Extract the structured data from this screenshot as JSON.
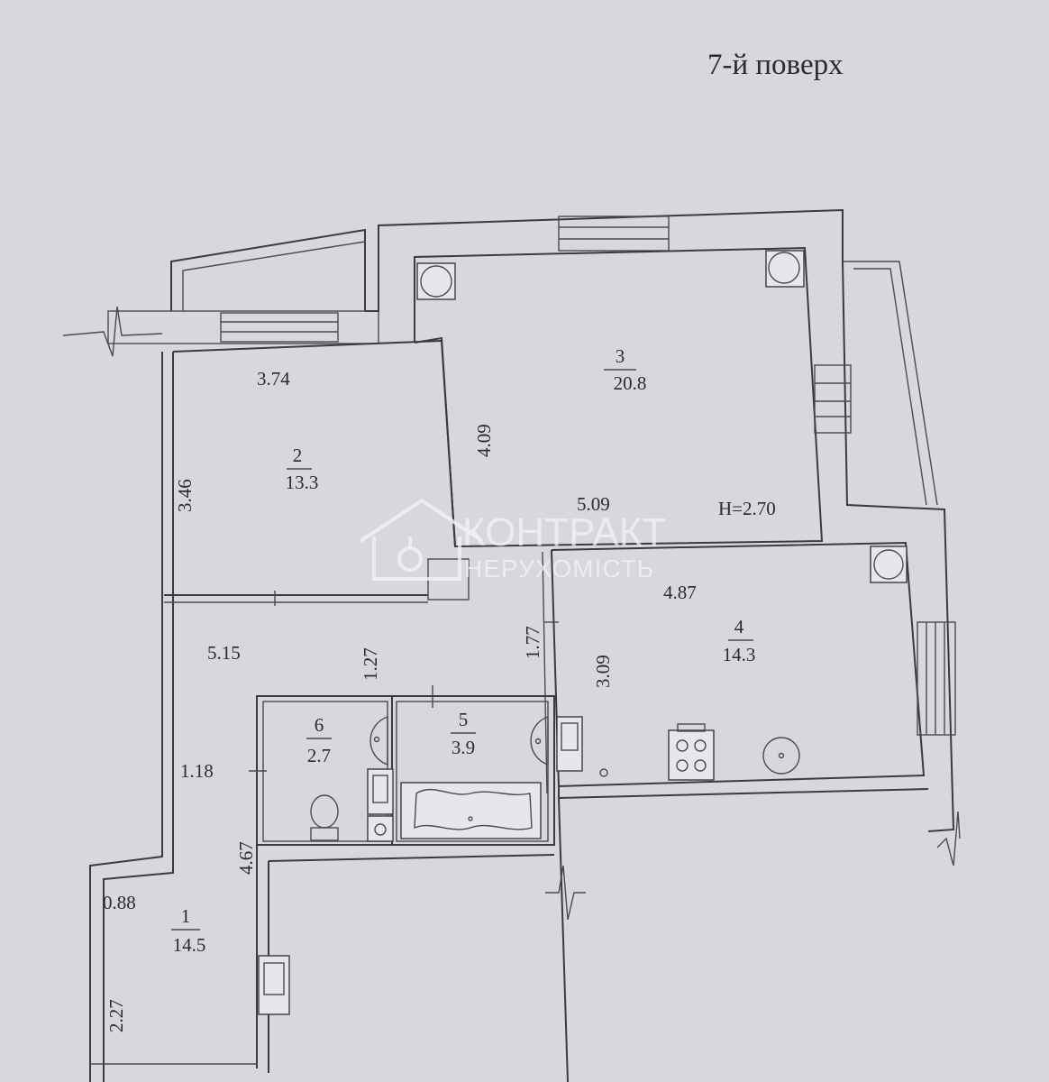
{
  "floor_label": "7-й поверх",
  "height_label": "H=2.70",
  "watermark": {
    "line1": "КОНТРАКТ",
    "line2": "НЕРУХОМІСТЬ"
  },
  "rooms": [
    {
      "number": "1",
      "area": "14.5"
    },
    {
      "number": "2",
      "area": "13.3"
    },
    {
      "number": "3",
      "area": "20.8"
    },
    {
      "number": "4",
      "area": "14.3"
    },
    {
      "number": "5",
      "area": "3.9"
    },
    {
      "number": "6",
      "area": "2.7"
    }
  ],
  "dimensions": {
    "d_3_74": "3.74",
    "d_3_46": "3.46",
    "d_4_09": "4.09",
    "d_5_09": "5.09",
    "d_4_87": "4.87",
    "d_3_09": "3.09",
    "d_1_77": "1.77",
    "d_5_15": "5.15",
    "d_1_27": "1.27",
    "d_1_18": "1.18",
    "d_4_67": "4.67",
    "d_0_88": "0.88",
    "d_2_27": "2.27"
  }
}
